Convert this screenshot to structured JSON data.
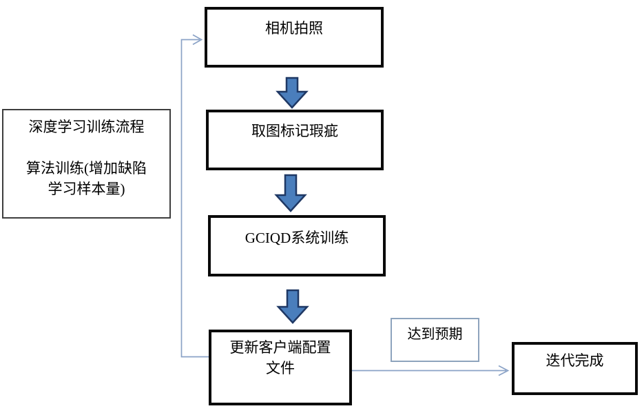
{
  "diagram": {
    "title_context": "deep-learning-training-flowchart",
    "nodes": {
      "camera": {
        "label": "相机拍照"
      },
      "mark": {
        "label": "取图标记瑕疵"
      },
      "train": {
        "label": "GCIQD系统训练"
      },
      "update": {
        "label_line1": "更新客户端配置",
        "label_line2": "文件"
      },
      "legend": {
        "line1": "深度学习训练流程",
        "line2": "算法训练(增加缺陷",
        "line3": "学习样本量)"
      },
      "expect": {
        "label": "达到预期"
      },
      "done": {
        "label": "迭代完成"
      }
    },
    "edges": [
      {
        "from": "camera",
        "to": "mark",
        "style": "block-arrow-down"
      },
      {
        "from": "mark",
        "to": "train",
        "style": "block-arrow-down"
      },
      {
        "from": "train",
        "to": "update",
        "style": "block-arrow-down"
      },
      {
        "from": "update",
        "to": "done",
        "style": "thin-arrow-right",
        "label": "达到预期"
      },
      {
        "from": "update",
        "to": "camera",
        "style": "thin-arrow-feedback-loop"
      }
    ],
    "colors": {
      "background": "#ffffff",
      "text": "#000000",
      "thick_box_border": "#0a0a0a",
      "legend_box_border": "#3d3d3d",
      "expect_box_border": "#8da3bd",
      "block_arrow_fill": "#4a7ebc",
      "block_arrow_stroke": "#1f3864",
      "thin_connector": "#8aa2c6"
    }
  }
}
